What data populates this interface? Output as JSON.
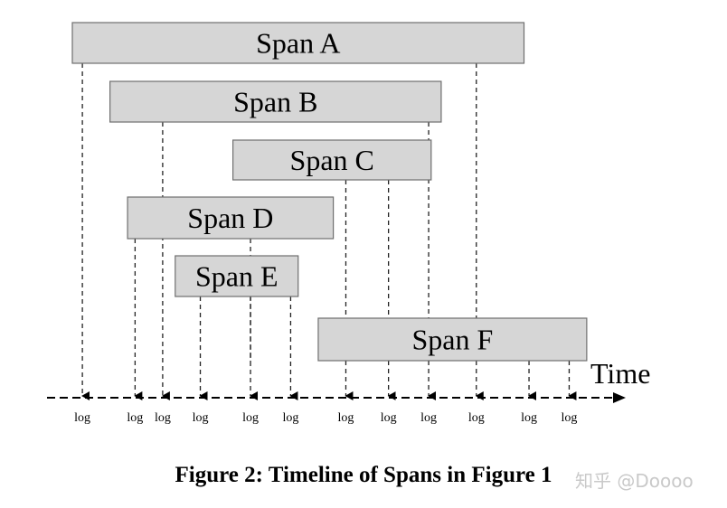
{
  "spans": [
    {
      "label": "Span A",
      "start": 0,
      "end": 9
    },
    {
      "label": "Span B",
      "start": 0.75,
      "end": 7.35
    },
    {
      "label": "Span C",
      "start": 3.2,
      "end": 7.15
    },
    {
      "label": "Span D",
      "start": 1.1,
      "end": 5.2
    },
    {
      "label": "Span E",
      "start": 2.05,
      "end": 4.5
    },
    {
      "label": "Span F",
      "start": 4.9,
      "end": 10.25
    }
  ],
  "logs": [
    {
      "label": "log",
      "t": 0.2,
      "from_span": 0
    },
    {
      "label": "log",
      "t": 1.25,
      "from_span": 3
    },
    {
      "label": "log",
      "t": 1.8,
      "from_span": 1
    },
    {
      "label": "log",
      "t": 2.55,
      "from_span": 4
    },
    {
      "label": "log",
      "t": 3.55,
      "from_span": 4
    },
    {
      "label": "log",
      "t": 4.35,
      "from_span": 4
    },
    {
      "label": "log",
      "t": 5.45,
      "from_span": 5
    },
    {
      "label": "log",
      "t": 6.3,
      "from_span": 5
    },
    {
      "label": "log",
      "t": 7.1,
      "from_span": 5
    },
    {
      "label": "log",
      "t": 8.05,
      "from_span": 5
    },
    {
      "label": "log",
      "t": 9.1,
      "from_span": 5
    },
    {
      "label": "log",
      "t": 9.9,
      "from_span": 5
    }
  ],
  "continuations": [
    {
      "t": 7.1,
      "from_span": 1
    },
    {
      "t": 8.05,
      "from_span": 0
    },
    {
      "t": 6.3,
      "from_span": 2
    },
    {
      "t": 5.45,
      "from_span": 2
    },
    {
      "t": 3.55,
      "from_span": 3
    }
  ],
  "axis": {
    "label": "Time"
  },
  "caption": "Figure 2: Timeline of Spans in Figure 1",
  "watermark": "知乎 @Doooo"
}
